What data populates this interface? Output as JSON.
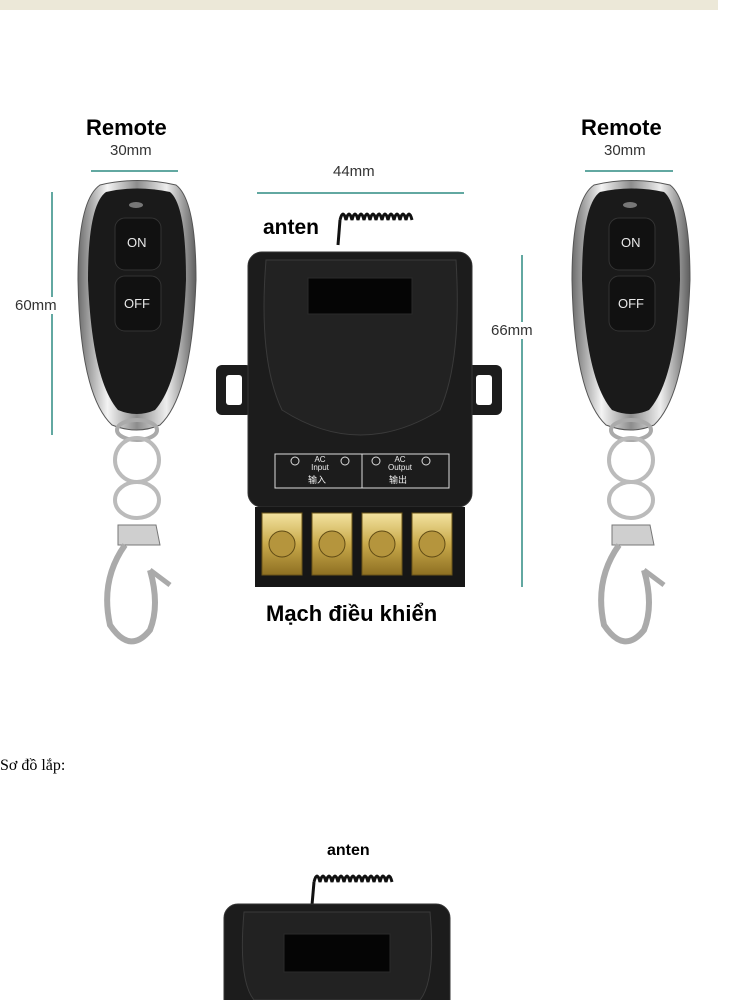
{
  "product_image": {
    "left_remote": {
      "title": "Remote",
      "width_label": "30mm",
      "height_label": "60mm",
      "button_on": "ON",
      "button_off": "OFF"
    },
    "right_remote": {
      "title": "Remote",
      "width_label": "30mm",
      "button_on": "ON",
      "button_off": "OFF"
    },
    "receiver": {
      "width_label": "44mm",
      "height_label": "66mm",
      "antenna_label": "anten",
      "title": "Mạch điều khiển",
      "terminal_ac_in": "AC",
      "terminal_input": "Input",
      "terminal_input_cn": "输入",
      "terminal_ac_out": "AC",
      "terminal_output": "Output",
      "terminal_output_cn": "输出"
    },
    "colors": {
      "dimension_line": "#2e8b82",
      "plastic": "#1c1c1c",
      "brass": "#c9a94a"
    }
  },
  "caption": "Sơ đồ lắp:",
  "diagram": {
    "antenna_label": "anten"
  }
}
